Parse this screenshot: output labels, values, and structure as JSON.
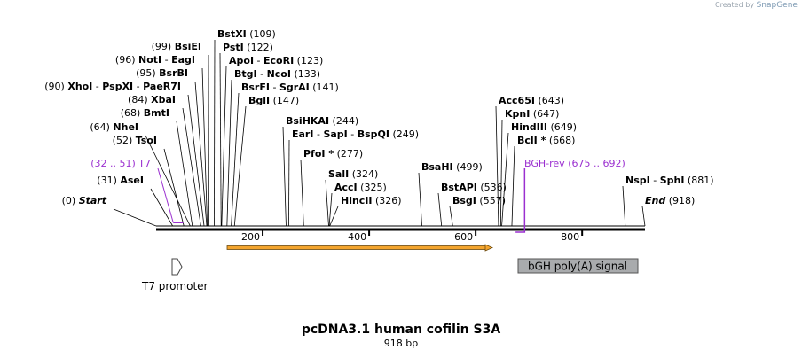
{
  "branding": {
    "prefix": "Created by",
    "name": "SnapGene"
  },
  "map": {
    "title": "pcDNA3.1 human cofilin S3A",
    "length_label": "918 bp",
    "length": 918,
    "ruler_ticks": [
      "200",
      "400",
      "600",
      "800"
    ],
    "colors": {
      "primer": "#9b30d0",
      "orf": "#f4a52e",
      "orf_stroke": "#6b4a10",
      "feature_box": "#a9abad",
      "promoter": "#ffffff"
    }
  },
  "sites": [
    {
      "pos": "(0)",
      "name": "Start",
      "italic": true
    },
    {
      "pos": "(31)",
      "name": "AseI"
    },
    {
      "pos": "(52)",
      "name": "TsoI"
    },
    {
      "pos": "(64)",
      "name": "NheI"
    },
    {
      "pos": "(68)",
      "name": "BmtI"
    },
    {
      "pos": "(84)",
      "name": "XbaI"
    },
    {
      "pos": "(90)",
      "name": "XhoI",
      "extra": [
        "PspXI",
        "PaeR7I"
      ]
    },
    {
      "pos": "(95)",
      "name": "BsrBI"
    },
    {
      "pos": "(96)",
      "name": "NotI",
      "extra": [
        "EagI"
      ]
    },
    {
      "pos": "(99)",
      "name": "BsiEI"
    },
    {
      "name": "BstXI",
      "pos": "(109)"
    },
    {
      "name": "PstI",
      "pos": "(122)"
    },
    {
      "name": "ApoI",
      "extra": [
        "EcoRI"
      ],
      "pos": "(123)"
    },
    {
      "name": "BtgI",
      "extra": [
        "NcoI"
      ],
      "pos": "(133)"
    },
    {
      "name": "BsrFI",
      "extra": [
        "SgrAI"
      ],
      "pos": "(141)"
    },
    {
      "name": "BglI",
      "pos": "(147)"
    },
    {
      "name": "BsiHKAI",
      "pos": "(244)"
    },
    {
      "name": "EarI",
      "extra": [
        "SapI",
        "BspQI"
      ],
      "pos": "(249)"
    },
    {
      "name": "PfoI *",
      "pos": "(277)"
    },
    {
      "name": "SalI",
      "pos": "(324)"
    },
    {
      "name": "AccI",
      "pos": "(325)"
    },
    {
      "name": "HincII",
      "pos": "(326)"
    },
    {
      "name": "BsaHI",
      "pos": "(499)"
    },
    {
      "name": "BstAPI",
      "pos": "(536)"
    },
    {
      "name": "BsgI",
      "pos": "(557)"
    },
    {
      "name": "Acc65I",
      "pos": "(643)"
    },
    {
      "name": "KpnI",
      "pos": "(647)"
    },
    {
      "name": "HindIII",
      "pos": "(649)"
    },
    {
      "name": "BclI *",
      "pos": "(668)"
    },
    {
      "name": "NspI",
      "extra": [
        "SphI"
      ],
      "pos": "(881)"
    },
    {
      "name": "End",
      "italic": true,
      "pos": "(918)"
    }
  ],
  "primers": [
    {
      "name": "T7",
      "range": "(32 .. 51)"
    },
    {
      "name": "BGH-rev",
      "range": "(675 .. 692)"
    }
  ],
  "features": [
    {
      "name": "T7 promoter"
    },
    {
      "name": "bGH poly(A) signal"
    },
    {
      "name": ""
    }
  ]
}
